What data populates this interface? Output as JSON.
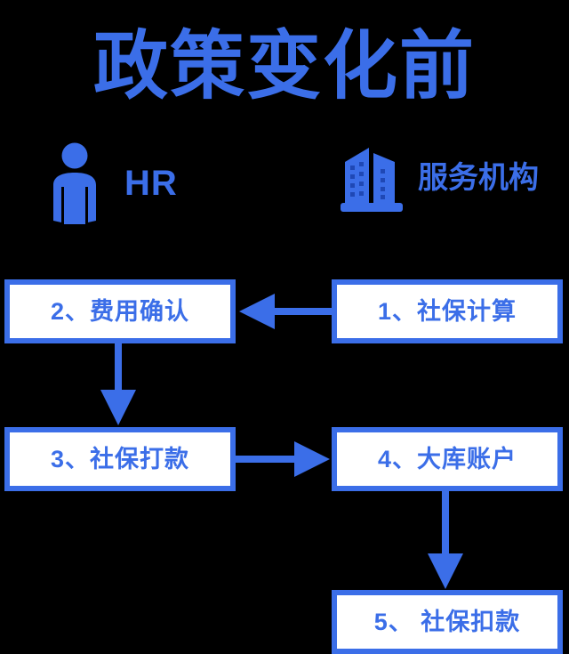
{
  "page": {
    "background_color": "#000000",
    "accent_color": "#3b6ee8",
    "box_fill_color": "#ffffff"
  },
  "title": "政策变化前",
  "legend": {
    "items": [
      {
        "icon": "person-icon",
        "label": "HR"
      },
      {
        "icon": "office-building-icon",
        "label": "服务机构"
      }
    ],
    "hr_label": "HR",
    "agency_label": "服务机构"
  },
  "flow": {
    "boxes": [
      {
        "id": "box-1",
        "label": "1、社保计算"
      },
      {
        "id": "box-2",
        "label": "2、费用确认"
      },
      {
        "id": "box-3",
        "label": "3、社保打款"
      },
      {
        "id": "box-4",
        "label": "4、大库账户"
      },
      {
        "id": "box-5",
        "label": "5、 社保扣款"
      }
    ],
    "connectors": [
      {
        "from": "box-1",
        "to": "box-2",
        "direction": "left"
      },
      {
        "from": "box-2",
        "to": "box-3",
        "direction": "down"
      },
      {
        "from": "box-3",
        "to": "box-4",
        "direction": "right"
      },
      {
        "from": "box-4",
        "to": "box-5",
        "direction": "down"
      }
    ]
  }
}
